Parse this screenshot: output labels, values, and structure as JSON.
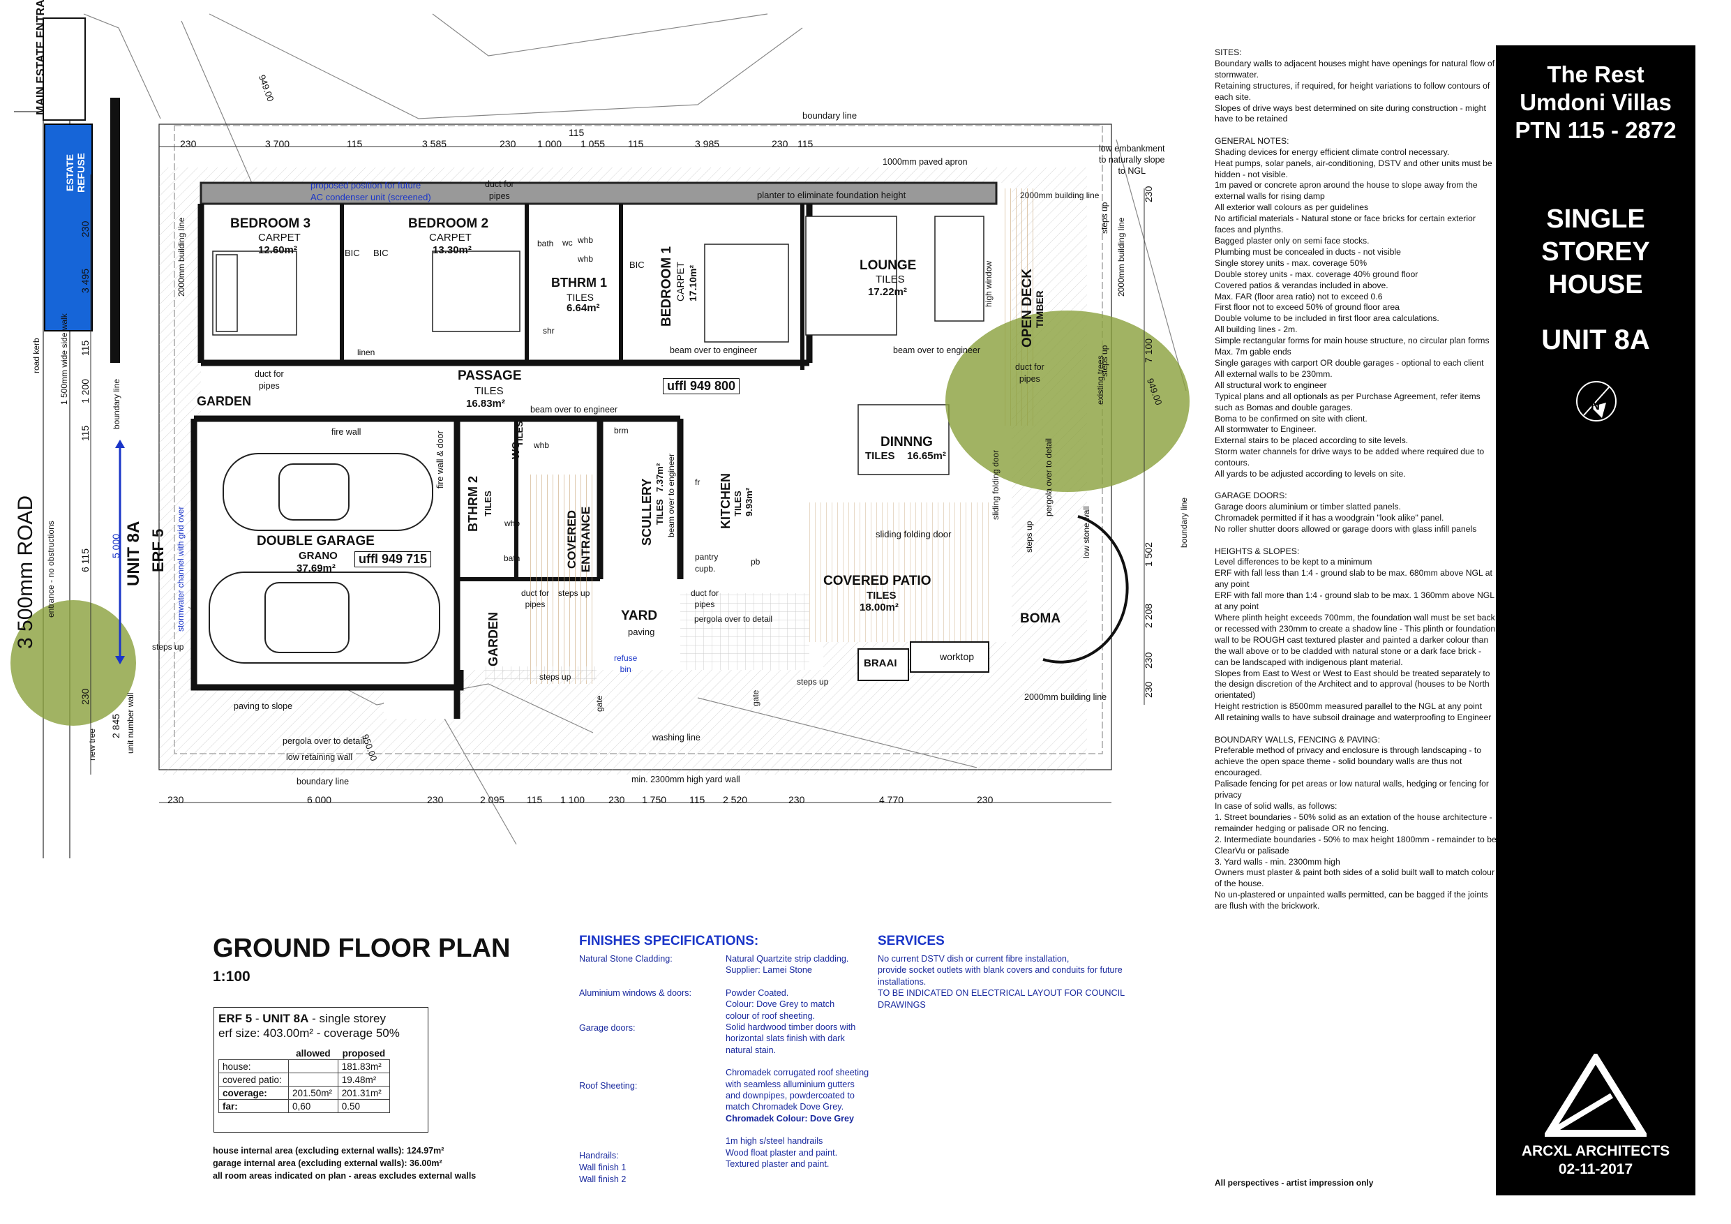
{
  "title_block": {
    "project_lines": [
      "The Rest",
      "Umdoni Villas",
      "PTN 115 - 2872"
    ],
    "house_type_lines": [
      "SINGLE",
      "STOREY",
      "HOUSE"
    ],
    "unit": "UNIT 8A",
    "firm": "ARCXL ARCHITECTS",
    "date": "02-11-2017",
    "logo_icon": "triangle-logo-icon",
    "north_icon": "north-arrow-icon"
  },
  "notes": {
    "sections": [
      {
        "heading": "SITES:",
        "lines": [
          "Boundary walls to adjacent houses might have openings for natural flow of stormwater.",
          "Retaining structures, if required, for height variations to follow contours of each site.",
          "Slopes of drive ways best determined on site during construction - might have to be retained"
        ]
      },
      {
        "heading": "GENERAL NOTES:",
        "lines": [
          "Shading devices for energy efficient climate control necessary.",
          "Heat pumps, solar panels, air-conditioning, DSTV and other units must be hidden - not visible.",
          "1m paved or concrete apron around the house to slope away from the external walls for rising damp",
          "All exterior wall colours as per guidelines",
          "No artificial materials - Natural stone or face bricks for certain exterior faces and plynths.",
          "Bagged plaster only on semi face stocks.",
          "Plumbing must be concealed in ducts - not visible",
          "Single storey units - max. coverage 50%",
          "Double storey units - max. coverage 40% ground floor",
          "Covered patios & verandas included in above.",
          "Max. FAR (floor area ratio) not to exceed 0.6",
          "First floor not to exceed 50% of ground floor area",
          "Double volume to be included in first floor area calculations.",
          "All building lines - 2m.",
          "Simple rectangular forms for main house structure, no circular plan forms",
          "Max. 7m gable ends",
          "Single garages with carport OR double garages - optional to each client",
          "All external walls to be 230mm.",
          "All structural work to engineer",
          "Typical plans and all optionals as per Purchase Agreement, refer items such as Bomas and double garages.",
          "Boma to be confirmed on site with client.",
          "All stormwater to Engineer.",
          "External stairs to be placed according to site levels.",
          "Storm water channels for drive ways to be added where required due to contours.",
          "All yards to be adjusted according to levels on site."
        ]
      },
      {
        "heading": "GARAGE DOORS:",
        "lines": [
          "Garage doors aluminium or timber slatted panels.",
          "Chromadek permitted if it has a woodgrain \"look alike\" panel.",
          "No roller shutter doors allowed or garage doors with glass infill panels"
        ]
      },
      {
        "heading": "HEIGHTS & SLOPES:",
        "lines": [
          "Level differences to be kept to a minimum",
          "ERF with fall less than 1:4 - ground slab to be max. 680mm above NGL at any point",
          "ERF with fall more than 1:4 - ground slab to be max. 1 360mm above NGL at any point",
          "Where plinth height exceeds 700mm, the foundation wall must be set back or recessed with 230mm to create a shadow line - This plinth or foundation wall to be ROUGH cast textured plaster and painted a darker colour than the wall above or to be cladded with natural stone or a dark face brick - can be landscaped with indigenous plant material.",
          "Slopes from East to West or West to East should be treated separately to the design discretion of the Architect and to approval (houses to be North orientated)",
          "Height restriction is 8500mm measured parallel to the NGL at any point",
          "All retaining walls to have subsoil drainage and waterproofing to Engineer"
        ]
      },
      {
        "heading": "BOUNDARY WALLS, FENCING & PAVING:",
        "lines": [
          "Preferable method of privacy and enclosure is through landscaping - to achieve the open space theme - solid boundary walls are thus not encouraged.",
          "Palisade fencing for pet areas or low natural walls, hedging or fencing for privacy",
          "In case of solid walls, as follows:",
          "1.            Street boundaries - 50% solid as an extation of the house architecture - remainder hedging or palisade OR no fencing.",
          "2.            Intermediate boundaries - 50% to max height 1800mm - remainder to be ClearVu or palisade",
          "3.            Yard walls - min. 2300mm high",
          "Owners must plaster & paint both sides of a solid built wall to match colour of the house.",
          "No un-plastered or unpainted walls permitted, can be bagged if the joints are flush with the brickwork."
        ]
      }
    ],
    "footer": "All perspectives - artist impression only"
  },
  "plan": {
    "title": "GROUND FLOOR PLAN",
    "scale": "1:100",
    "rooms": [
      {
        "name": "BEDROOM 3",
        "finish": "CARPET",
        "area": "12.60m²"
      },
      {
        "name": "BEDROOM 2",
        "finish": "CARPET",
        "area": "13.30m²"
      },
      {
        "name": "BTHRM 1",
        "finish": "TILES",
        "area": "6.64m²"
      },
      {
        "name": "BEDROOM 1",
        "finish": "CARPET",
        "area": "17.10m²"
      },
      {
        "name": "LOUNGE",
        "finish": "TILES",
        "area": "17.22m²"
      },
      {
        "name": "PASSAGE",
        "finish": "TILES",
        "area": "16.83m²"
      },
      {
        "name": "DINNNG",
        "finish": "TILES",
        "area": "16.65m²"
      },
      {
        "name": "DOUBLE GARAGE",
        "finish": "GRANO",
        "area": "37.69m²"
      },
      {
        "name": "BTHRM 2",
        "finish": "TILES",
        "area": ""
      },
      {
        "name": "SCULLERY",
        "finish": "TILES",
        "area": "7.37m²"
      },
      {
        "name": "KITCHEN",
        "finish": "TILES",
        "area": "9.93m²"
      },
      {
        "name": "COVERED PATIO",
        "finish": "TILES",
        "area": "18.00m²"
      }
    ],
    "labels": {
      "garden1": "GARDEN",
      "garden2": "GARDEN",
      "yard": "YARD",
      "yard_paving": "paving",
      "covered_entrance": "COVERED ENTRANCE",
      "boma": "BOMA",
      "braai": "BRAAI",
      "worktop": "worktop",
      "open_deck": "OPEN DECK",
      "open_deck_timber": "TIMBER",
      "wc": "WC",
      "tiles": "TILES",
      "uffl_house": "uffl 949 800",
      "uffl_garage": "uffl 949 715",
      "unit": "UNIT 8A",
      "erf": "ERF 5",
      "road": "3 500mm ROAD",
      "main_estate_entrance": "MAIN ESTATE ENTRANCE",
      "estate_refuse": "ESTATE REFUSE",
      "road_kerb": "road kerb",
      "side_walk": "1 500mm wide side walk",
      "no_obstructions": "entrance - no obstructions",
      "boundary_line": "boundary line",
      "boundary_line_right": "boundary line",
      "boundary_line_bottom": "boundary line",
      "boundary_line_left": "boundary line",
      "paved_apron": "1000mm paved apron",
      "planter": "planter to eliminate foundation height",
      "building_line_top": "2000mm building line",
      "building_line_bottom": "2000mm building line",
      "building_line_left": "2000mm building line",
      "building_line_right": "2000mm building line",
      "low_embankment": "low embankment\nto naturally slope\nto NGL",
      "ac_note1": "proposed position for future",
      "ac_note2": "AC condenser unit (screened)",
      "duct_pipes": "duct for\npipes",
      "beam_engineer": "beam over to engineer",
      "fire_wall": "fire wall",
      "fire_wall_door": "fire wall & door",
      "sliding_folding_door": "sliding folding door",
      "pergola_detail": "pergola over to detail",
      "high_window": "high window",
      "existing_trees": "existing trees",
      "low_stone_wall": "low stone wall",
      "steps_up": "steps up",
      "paving_slope": "paving to slope",
      "low_retaining_wall": "low retaining wall",
      "washing_line": "washing line",
      "min_yard_wall": "min. 2300mm high yard wall",
      "refuse_bin": "refuse\nbin",
      "gate": "gate",
      "new_tree": "new tree",
      "unit_number_wall": "unit number wall",
      "stormwater": "stormwater channel with grid over",
      "pantry": "pantry\ncupb.",
      "linen": "linen",
      "bic": "BIC",
      "bath": "bath",
      "shr": "shr",
      "whb": "whb",
      "wc_small": "wc",
      "brm": "brm",
      "fr": "fr",
      "pb": "pb",
      "contour_949": "949.00",
      "contour_950": "950.00",
      "contour_949b": "949.00"
    },
    "dims_top": [
      "230",
      "3 700",
      "115",
      "3 585",
      "230",
      "1 000",
      "115",
      "1 055",
      "115",
      "3 985",
      "230",
      "115"
    ],
    "dims_bottom": [
      "230",
      "6 000",
      "230",
      "2 095",
      "115",
      "1 100",
      "230",
      "1 750",
      "115",
      "2 520",
      "230",
      "4 770",
      "230"
    ],
    "dims_right": [
      "230",
      "7 100",
      "1 502",
      "2 208",
      "230",
      "230"
    ],
    "dims_left": [
      "230",
      "3 495",
      "115",
      "1 200",
      "115",
      "6 115",
      "230",
      "2 845",
      "230",
      "5 000"
    ]
  },
  "finishes": {
    "heading": "FINISHES SPECIFICATIONS:",
    "rows": [
      {
        "item": "Natural Stone Cladding:",
        "lines": [
          "Natural Quartzite strip cladding.",
          "Supplier: Lamei Stone"
        ]
      },
      {
        "item": "Aluminium windows & doors:",
        "lines": [
          "Powder Coated.",
          "Colour: Dove Grey to match",
          "colour of roof sheeting."
        ]
      },
      {
        "item": "Garage doors:",
        "lines": [
          "Solid hardwood timber doors with",
          "horizontal slats finish with dark",
          "natural stain."
        ]
      },
      {
        "item": "Roof Sheeting:",
        "lines": [
          "Chromadek corrugated roof sheeting",
          "with seamless alluminium gutters",
          "and downpipes, powdercoated to",
          "match Chromadek Dove Grey.",
          "Chromadek Colour: Dove Grey"
        ]
      },
      {
        "item": "Handrails:",
        "lines": [
          "1m high s/steel handrails"
        ]
      },
      {
        "item": "Wall finish 1",
        "lines": [
          "Wood float plaster and paint."
        ]
      },
      {
        "item": "Wall finish 2",
        "lines": [
          "Textured plaster and paint."
        ]
      }
    ]
  },
  "services": {
    "heading": "SERVICES",
    "lines": [
      "No current DSTV dish or current fibre installation,",
      "provide socket outlets with blank covers and conduits for future",
      "installations.",
      "TO BE INDICATED ON ELECTRICAL LAYOUT FOR COUNCIL",
      "DRAWINGS"
    ]
  },
  "erf_table": {
    "erf": "ERF 5",
    "unit": "UNIT 8A",
    "desc": "- single storey",
    "size": "erf size: 403.00m² - coverage 50%",
    "headers": [
      "",
      "allowed",
      "proposed"
    ],
    "rows": [
      [
        "house:",
        "",
        "181.83m²"
      ],
      [
        "covered patio:",
        "",
        "19.48m²"
      ],
      [
        "coverage:",
        "201.50m²",
        "201.31m²"
      ],
      [
        "far:",
        "0,60",
        "0.50"
      ]
    ]
  },
  "area_notes": [
    "house internal area (excluding external walls): 124.97m²",
    "garage internal area (excluding external walls): 36.00m²",
    "all room areas indicated on plan - areas excludes external walls"
  ],
  "colors": {
    "tree": "#8aa03c",
    "refuse": "#1665d8",
    "text_blue": "#1a35c8",
    "title_bg": "#000000"
  }
}
